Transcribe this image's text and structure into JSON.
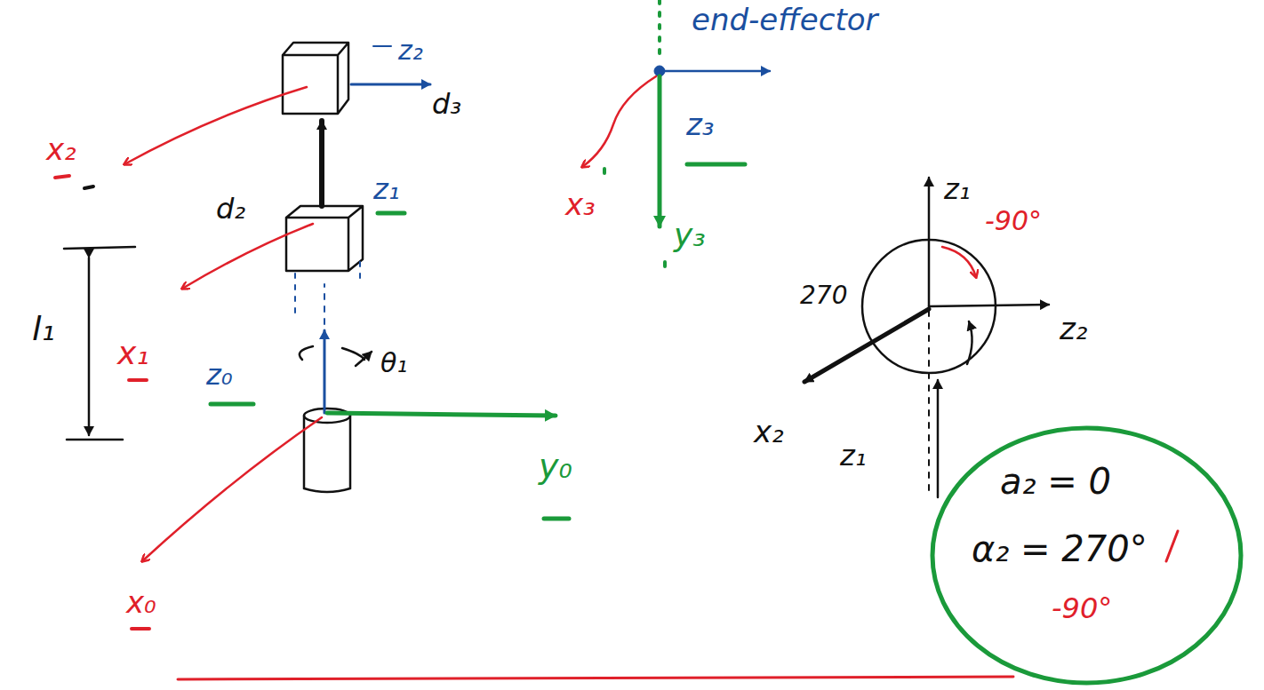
{
  "diagram": {
    "nodes": [
      {
        "text": [
          "a₂ = 0",
          "α₂ = 270°",
          "-90°"
        ]
      }
    ],
    "labels": [
      "z₂",
      "d₃",
      "x₂",
      "d₂",
      "z₁",
      "l₁",
      "x₁",
      "z₀",
      "θ₁",
      "y₀",
      "x₀",
      "end-effector",
      "z₃",
      "x₃",
      "y₃",
      "z₁",
      "-90°",
      "270",
      "z₂",
      "x₂",
      "z₁"
    ]
  }
}
